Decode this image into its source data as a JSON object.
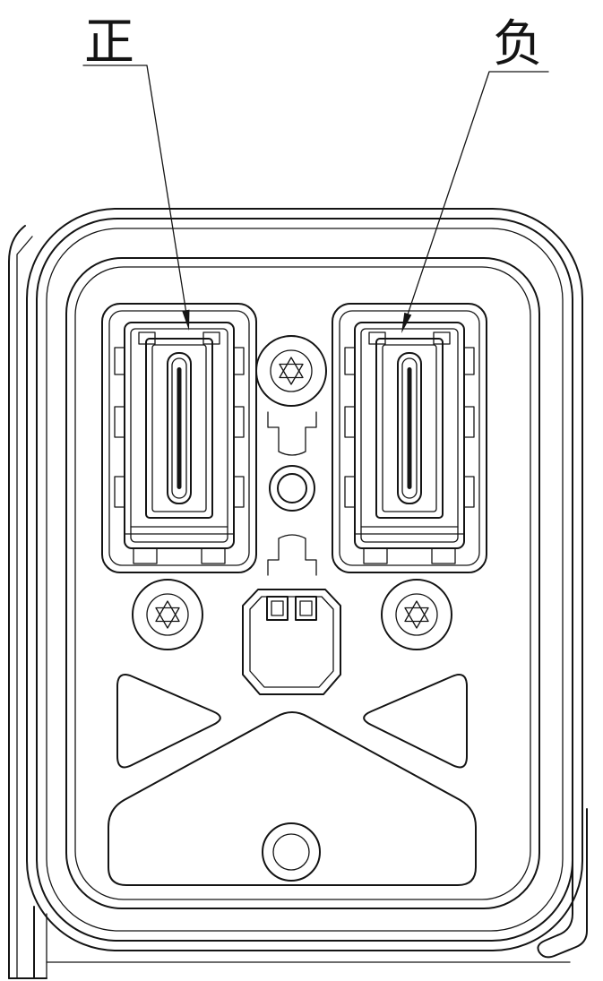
{
  "drawing": {
    "type": "engineering-line-drawing",
    "labels": {
      "positive": "正",
      "negative": "负"
    },
    "colors": {
      "line": "#141414",
      "background": "#ffffff"
    }
  }
}
